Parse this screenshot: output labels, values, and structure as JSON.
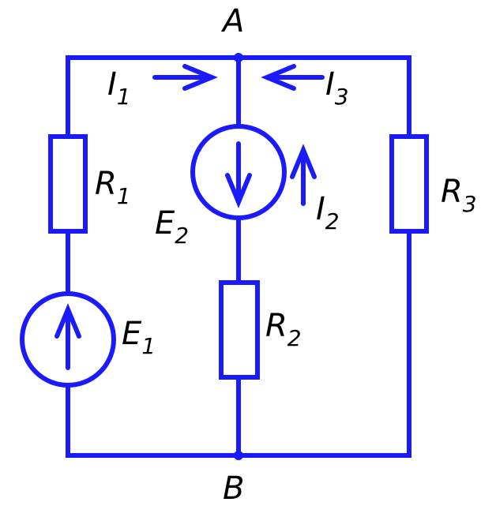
{
  "nodes": {
    "a": "A",
    "b": "B"
  },
  "resistors": {
    "r1": {
      "main": "R",
      "sub": "1"
    },
    "r2": {
      "main": "R",
      "sub": "2"
    },
    "r3": {
      "main": "R",
      "sub": "3"
    }
  },
  "sources": {
    "e1": {
      "main": "E",
      "sub": "1"
    },
    "e2": {
      "main": "E",
      "sub": "2"
    }
  },
  "currents": {
    "i1": {
      "main": "I",
      "sub": "1"
    },
    "i2": {
      "main": "I",
      "sub": "2"
    },
    "i3": {
      "main": "I",
      "sub": "3"
    }
  },
  "colors": {
    "circuit": "#1a1aff",
    "labels": "#000000"
  }
}
